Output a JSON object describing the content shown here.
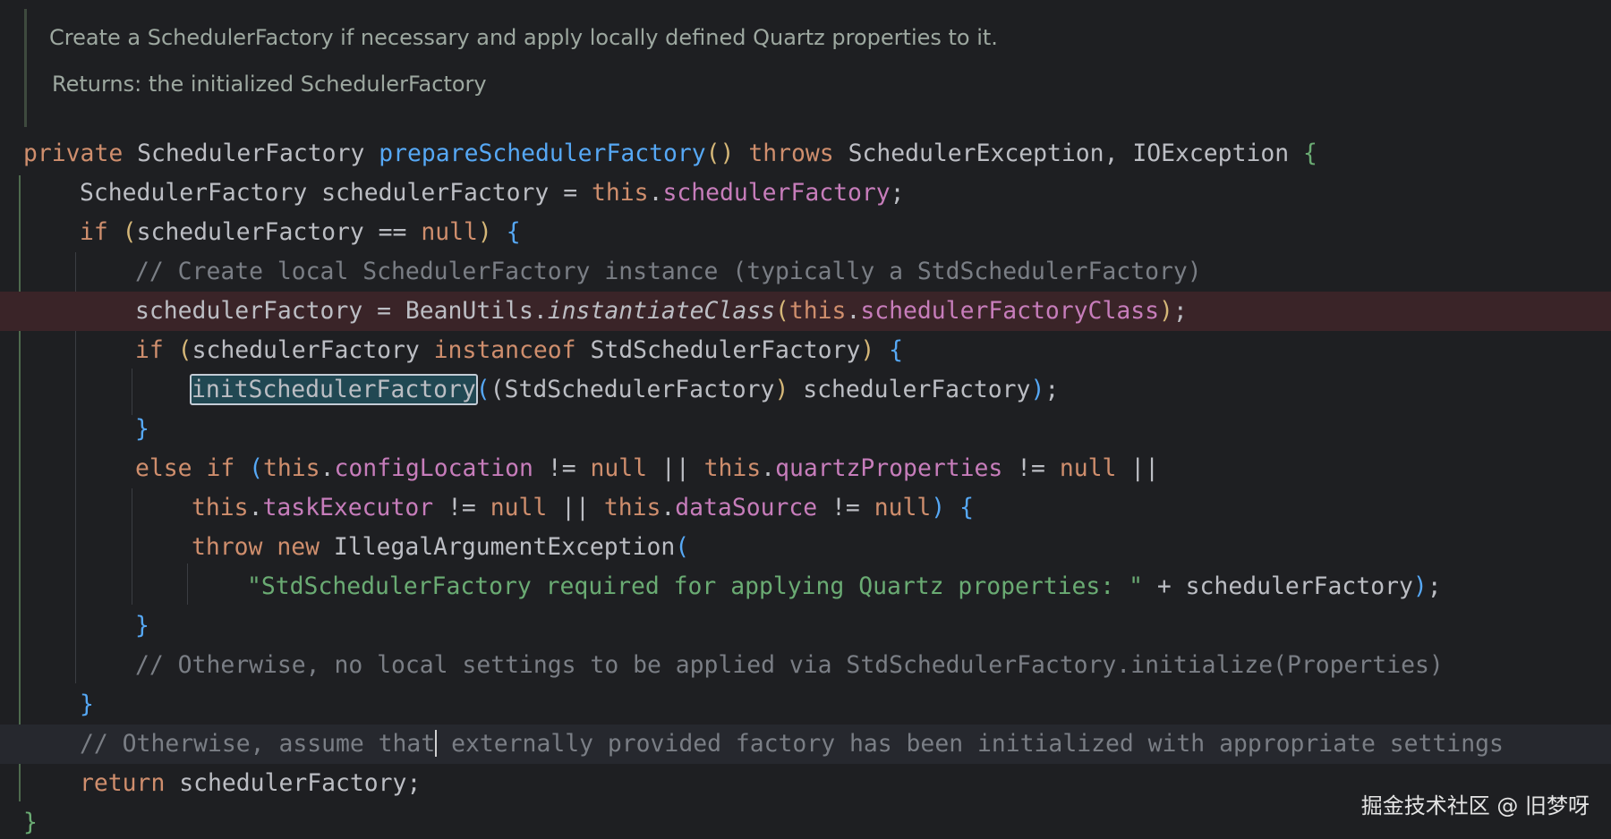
{
  "doc_comment": {
    "summary": "Create a SchedulerFactory if necessary and apply locally defined Quartz properties to it.",
    "returns_label": "Returns:",
    "returns_text": "the initialized SchedulerFactory"
  },
  "code": {
    "l1": {
      "private": "private",
      "type": "SchedulerFactory",
      "method": "prepareSchedulerFactory",
      "parens": "()",
      "throws": "throws",
      "ex": "SchedulerException, IOException",
      "brace": "{"
    },
    "l2": {
      "decl": "SchedulerFactory schedulerFactory = ",
      "this": "this",
      "dot": ".",
      "field": "schedulerFactory",
      "semi": ";"
    },
    "l3": {
      "if": "if",
      "open": "(",
      "expr": "schedulerFactory == ",
      "null": "null",
      "close": ")",
      "brace": "{"
    },
    "l4": {
      "comment": "// Create local SchedulerFactory instance (typically a StdSchedulerFactory)"
    },
    "l5": {
      "assign": "schedulerFactory = BeanUtils.",
      "call": "instantiateClass",
      "open": "(",
      "this": "this",
      "dot": ".",
      "field": "schedulerFactoryClass",
      "close": ")",
      "semi": ";"
    },
    "l6": {
      "if": "if",
      "open": "(",
      "var": "schedulerFactory ",
      "instanceof": "instanceof",
      "type": " StdSchedulerFactory",
      "close": ")",
      "brace": "{"
    },
    "l7": {
      "call": "initSchedulerFactory",
      "open": "(",
      "cast": "(StdSchedulerFactory",
      "castclose": ")",
      "arg": " schedulerFactory",
      "close": ")",
      "semi": ";"
    },
    "l8": {
      "brace": "}"
    },
    "l9": {
      "else": "else if",
      "open": "(",
      "this1": "this",
      "dot1": ".",
      "field1": "configLocation",
      "op1": " != ",
      "null1": "null",
      "or1": " || ",
      "this2": "this",
      "dot2": ".",
      "field2": "quartzProperties",
      "op2": " != ",
      "null2": "null",
      "or2": " ||"
    },
    "l10": {
      "this1": "this",
      "dot1": ".",
      "field1": "taskExecutor",
      "op1": " != ",
      "null1": "null",
      "or1": " || ",
      "this2": "this",
      "dot2": ".",
      "field2": "dataSource",
      "op2": " != ",
      "null2": "null",
      "close": ")",
      "brace": "{"
    },
    "l11": {
      "throw": "throw",
      "new": "new",
      "cls": "IllegalArgumentException",
      "open": "("
    },
    "l12": {
      "str": "\"StdSchedulerFactory required for applying Quartz properties: \"",
      "plus": " + schedulerFactory",
      "close": ")",
      "semi": ";"
    },
    "l13": {
      "brace": "}"
    },
    "l14": {
      "comment": "// Otherwise, no local settings to be applied via StdSchedulerFactory.initialize(Properties)"
    },
    "l15": {
      "brace": "}"
    },
    "l16": {
      "comment_a": "// Otherwise, assume that",
      "comment_b": " externally provided factory has been initialized with appropriate settings"
    },
    "l17": {
      "return": "return",
      "rest": " schedulerFactory;"
    },
    "l18": {
      "brace": "}"
    }
  },
  "watermark": "掘金技术社区 @ 旧梦呀",
  "colors": {
    "background": "#1e1f22",
    "keyword": "#cf8e6d",
    "method": "#56a8f5",
    "field": "#c77dbb",
    "comment": "#7a7e85",
    "string": "#6aab73",
    "breakpoint_line": "#3a2428"
  }
}
